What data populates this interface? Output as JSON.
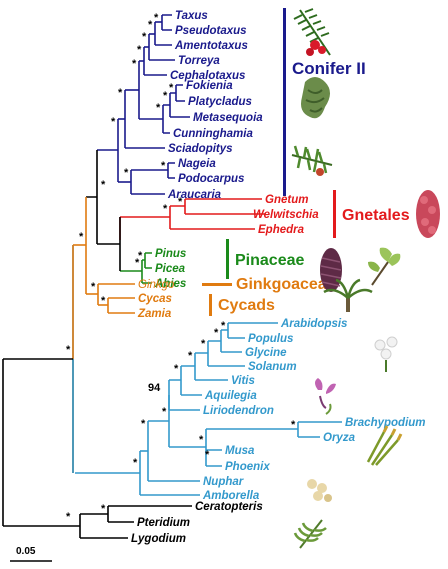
{
  "colors": {
    "conifer": "#1a1a8c",
    "gnetales": "#e31a1c",
    "pinaceae": "#1a8a1a",
    "ginkgo": "#e07b10",
    "angio": "#3399cc",
    "fern": "#000000"
  },
  "groups": {
    "conifer2": "Conifer II",
    "gnetales": "Gnetales",
    "pinaceae": "Pinaceae",
    "ginkgoaceae": "Ginkgoaceae",
    "cycads": "Cycads"
  },
  "taxa": {
    "taxus": "Taxus",
    "pseudotaxus": "Pseudotaxus",
    "amentotaxus": "Amentotaxus",
    "torreya": "Torreya",
    "cephalotaxus": "Cephalotaxus",
    "fokienia": "Fokienia",
    "platycladus": "Platycladus",
    "metasequoia": "Metasequoia",
    "cunninghamia": "Cunninghamia",
    "sciadopitys": "Sciadopitys",
    "nageia": "Nageia",
    "podocarpus": "Podocarpus",
    "araucaria": "Araucaria",
    "gnetum": "Gnetum",
    "welwitschia": "Welwitschia",
    "ephedra": "Ephedra",
    "pinus": "Pinus",
    "picea": "Picea",
    "abies": "Abies",
    "ginkgo": "Ginkgo",
    "cycas": "Cycas",
    "zamia": "Zamia",
    "arabidopsis": "Arabidopsis",
    "populus": "Populus",
    "glycine": "Glycine",
    "solanum": "Solanum",
    "vitis": "Vitis",
    "aquilegia": "Aquilegia",
    "liriodendron": "Liriodendron",
    "brachypodium": "Brachypodium",
    "oryza": "Oryza",
    "musa": "Musa",
    "phoenix": "Phoenix",
    "nuphar": "Nuphar",
    "amborella": "Amborella",
    "ceratopteris": "Ceratopteris",
    "pteridium": "Pteridium",
    "lygodium": "Lygodium"
  },
  "support": {
    "star": "*",
    "bootstrap94": "94"
  },
  "scale": {
    "label": "0.05"
  }
}
